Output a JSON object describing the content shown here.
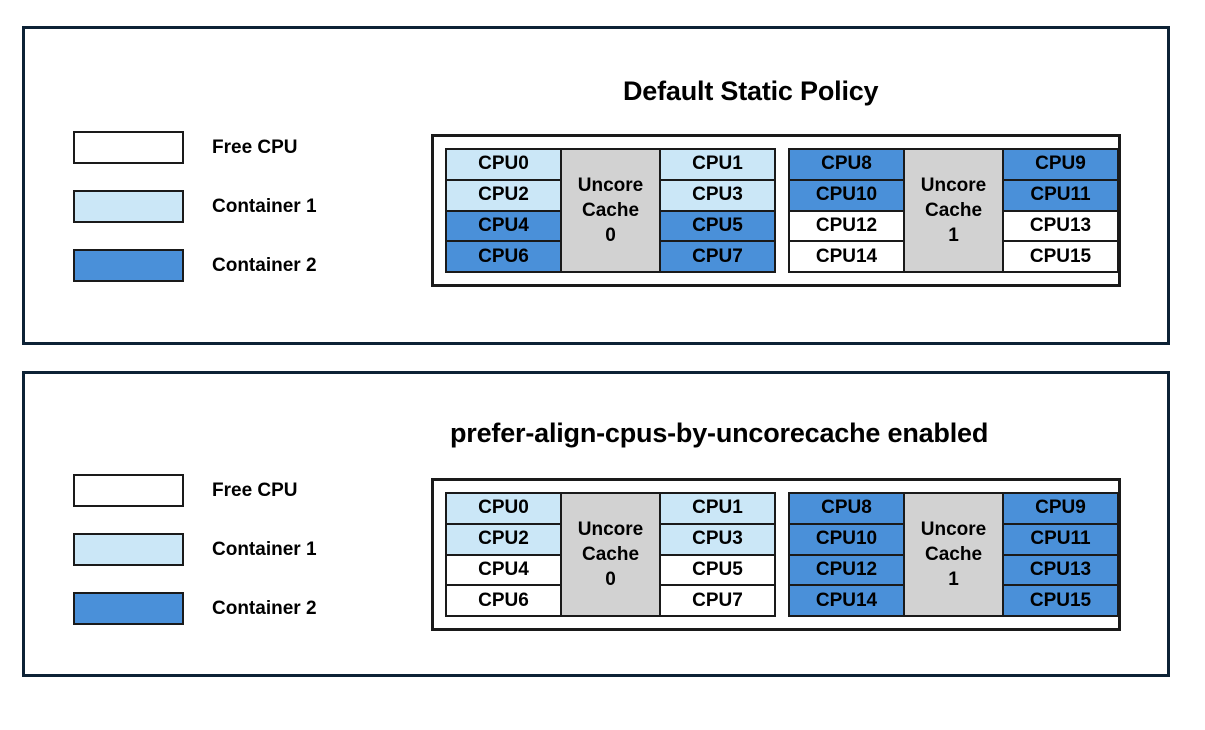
{
  "colors": {
    "free_cpu": "#ffffff",
    "container_1": "#cbe7f7",
    "container_2": "#4a90d9",
    "cache_block": "#d2d2d2",
    "panel_border": "#0d2235",
    "box_border": "#1a1a1a"
  },
  "panels": [
    {
      "id": "default-static-policy",
      "title": "Default Static Policy",
      "legend": [
        {
          "label": "Free CPU",
          "fill": "#ffffff",
          "kind": "free"
        },
        {
          "label": "Container 1",
          "fill": "#cbe7f7",
          "kind": "container1"
        },
        {
          "label": "Container 2",
          "fill": "#4a90d9",
          "kind": "container2"
        }
      ],
      "uncore_groups": [
        {
          "cache_lines": [
            "Uncore",
            "Cache",
            "0"
          ],
          "left_column": [
            {
              "label": "CPU0",
              "state": "container1"
            },
            {
              "label": "CPU2",
              "state": "container1"
            },
            {
              "label": "CPU4",
              "state": "container2"
            },
            {
              "label": "CPU6",
              "state": "container2"
            }
          ],
          "right_column": [
            {
              "label": "CPU1",
              "state": "container1"
            },
            {
              "label": "CPU3",
              "state": "container1"
            },
            {
              "label": "CPU5",
              "state": "container2"
            },
            {
              "label": "CPU7",
              "state": "container2"
            }
          ]
        },
        {
          "cache_lines": [
            "Uncore",
            "Cache",
            "1"
          ],
          "left_column": [
            {
              "label": "CPU8",
              "state": "container2"
            },
            {
              "label": "CPU10",
              "state": "container2"
            },
            {
              "label": "CPU12",
              "state": "free"
            },
            {
              "label": "CPU14",
              "state": "free"
            }
          ],
          "right_column": [
            {
              "label": "CPU9",
              "state": "container2"
            },
            {
              "label": "CPU11",
              "state": "container2"
            },
            {
              "label": "CPU13",
              "state": "free"
            },
            {
              "label": "CPU15",
              "state": "free"
            }
          ]
        }
      ]
    },
    {
      "id": "prefer-align-cpus-by-uncorecache",
      "title": "prefer-align-cpus-by-uncorecache enabled",
      "legend": [
        {
          "label": "Free CPU",
          "fill": "#ffffff",
          "kind": "free"
        },
        {
          "label": "Container 1",
          "fill": "#cbe7f7",
          "kind": "container1"
        },
        {
          "label": "Container 2",
          "fill": "#4a90d9",
          "kind": "container2"
        }
      ],
      "uncore_groups": [
        {
          "cache_lines": [
            "Uncore",
            "Cache",
            "0"
          ],
          "left_column": [
            {
              "label": "CPU0",
              "state": "container1"
            },
            {
              "label": "CPU2",
              "state": "container1"
            },
            {
              "label": "CPU4",
              "state": "free"
            },
            {
              "label": "CPU6",
              "state": "free"
            }
          ],
          "right_column": [
            {
              "label": "CPU1",
              "state": "container1"
            },
            {
              "label": "CPU3",
              "state": "container1"
            },
            {
              "label": "CPU5",
              "state": "free"
            },
            {
              "label": "CPU7",
              "state": "free"
            }
          ]
        },
        {
          "cache_lines": [
            "Uncore",
            "Cache",
            "1"
          ],
          "left_column": [
            {
              "label": "CPU8",
              "state": "container2"
            },
            {
              "label": "CPU10",
              "state": "container2"
            },
            {
              "label": "CPU12",
              "state": "container2"
            },
            {
              "label": "CPU14",
              "state": "container2"
            }
          ],
          "right_column": [
            {
              "label": "CPU9",
              "state": "container2"
            },
            {
              "label": "CPU11",
              "state": "container2"
            },
            {
              "label": "CPU13",
              "state": "container2"
            },
            {
              "label": "CPU15",
              "state": "container2"
            }
          ]
        }
      ]
    }
  ]
}
